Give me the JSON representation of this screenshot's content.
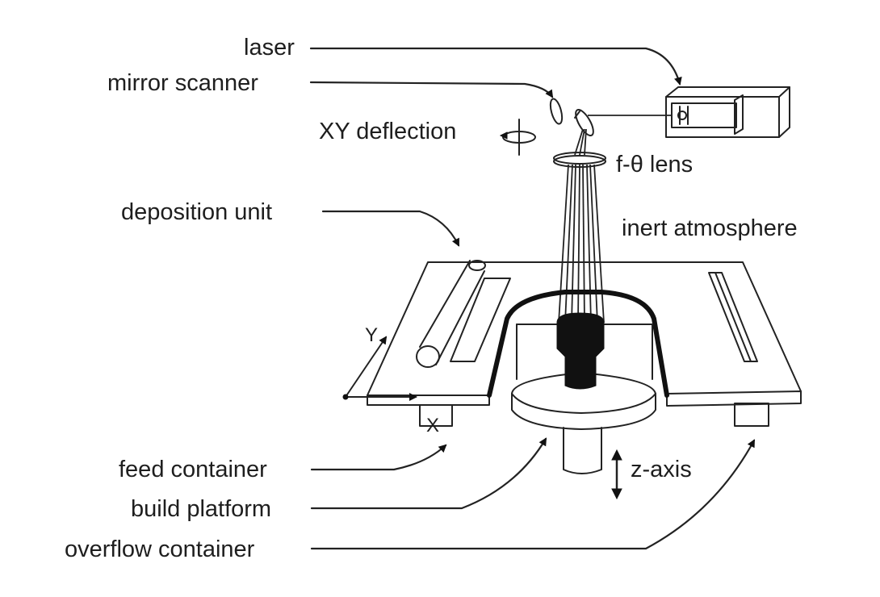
{
  "labels": {
    "laser": "laser",
    "mirror_scanner": "mirror scanner",
    "xy_deflection": "XY deflection",
    "f_theta_lens": "f-θ lens",
    "deposition_unit": "deposition unit",
    "inert_atmosphere": "inert atmosphere",
    "feed_container": "feed container",
    "build_platform": "build platform",
    "overflow_container": "overflow container",
    "z_axis": "z-axis"
  },
  "axes": {
    "x": "X",
    "y": "Y"
  },
  "colors": {
    "ink": "#1e1e1e",
    "part_fill": "#111111",
    "background": "#ffffff"
  }
}
